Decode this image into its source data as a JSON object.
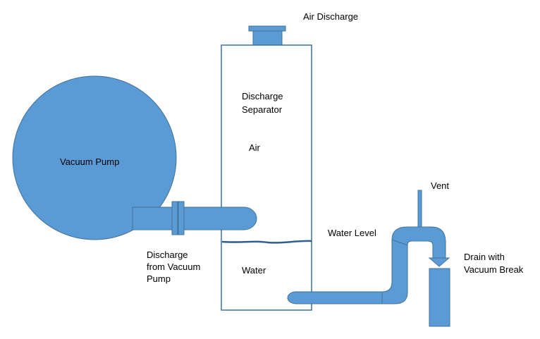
{
  "colors": {
    "fill": "#5b9bd5",
    "stroke": "#41719c",
    "water_line": "#2f5f8f",
    "text": "#000000"
  },
  "labels": {
    "air_discharge": "Air Discharge",
    "separator_line1": "Discharge",
    "separator_line2": "Separator",
    "air": "Air",
    "vacuum_pump": "Vacuum Pump",
    "vent": "Vent",
    "water_level": "Water Level",
    "discharge_line1": "Discharge",
    "discharge_line2": "from Vacuum",
    "discharge_line3": "Pump",
    "water": "Water",
    "drain_line1": "Drain with",
    "drain_line2": "Vacuum Break"
  }
}
